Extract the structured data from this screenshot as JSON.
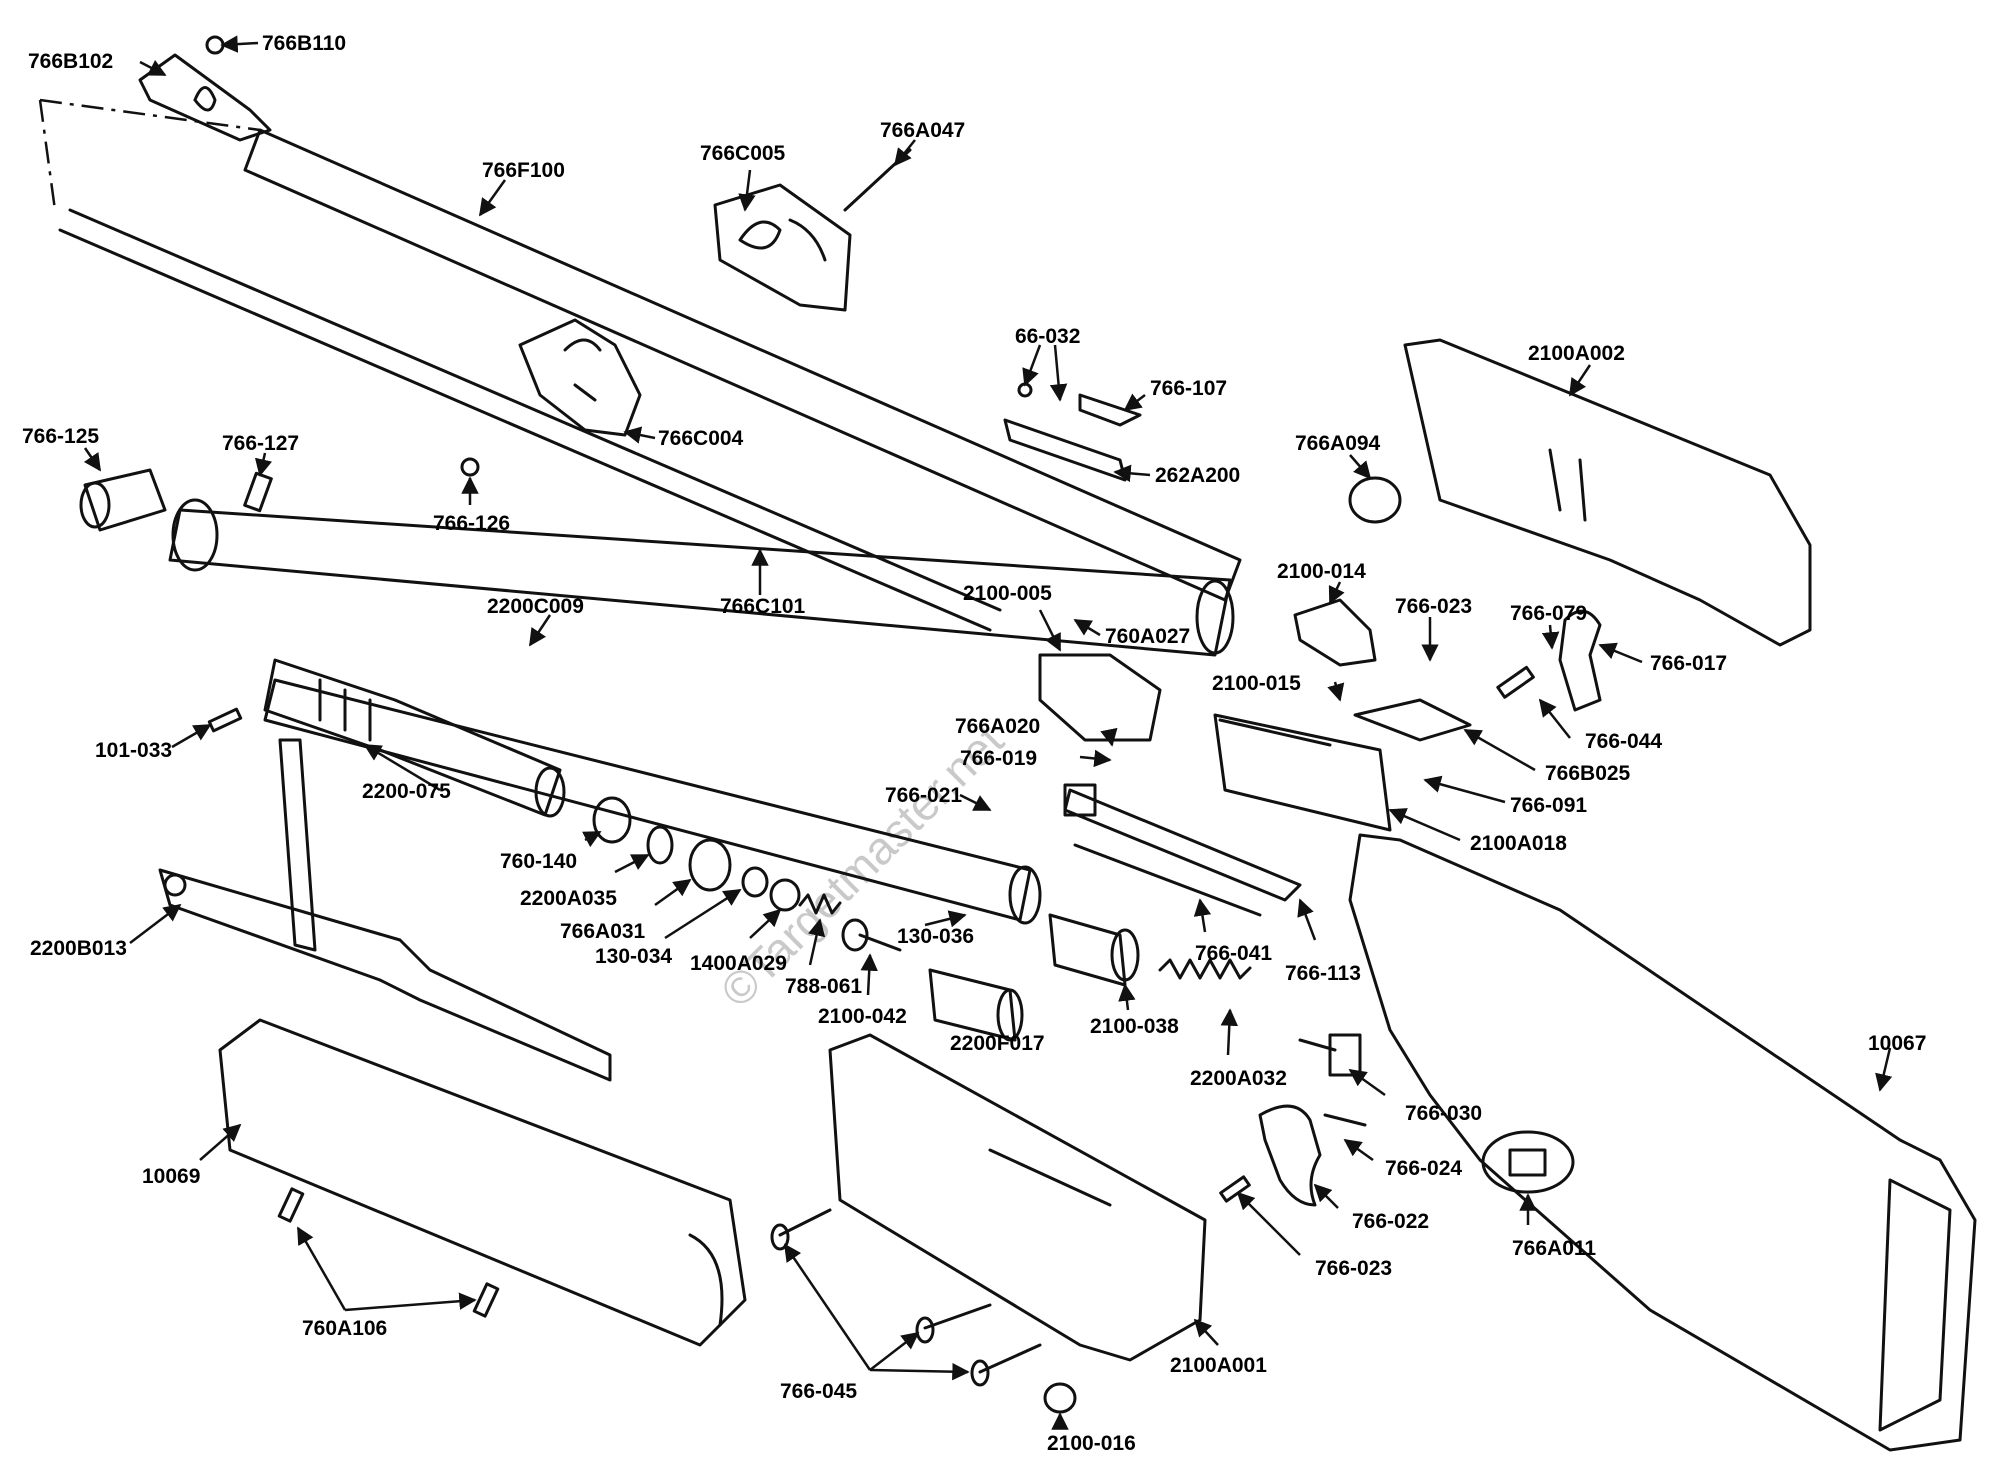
{
  "watermark": "©Targetmaster.net",
  "labels": {
    "766B110": "766B110",
    "766B102": "766B102",
    "766F100": "766F100",
    "766C005": "766C005",
    "766A047": "766A047",
    "66-032": "66-032",
    "766-107": "766-107",
    "262A200": "262A200",
    "2100A002": "2100A002",
    "766A094": "766A094",
    "766C004": "766C004",
    "766-125": "766-125",
    "766-127": "766-127",
    "766-126": "766-126",
    "766C101": "766C101",
    "2200C009": "2200C009",
    "2100-005": "2100-005",
    "760A027": "760A027",
    "2100-014": "2100-014",
    "766-023a": "766-023",
    "766-079": "766-079",
    "766-017": "766-017",
    "2100-015": "2100-015",
    "766-044": "766-044",
    "766B025": "766B025",
    "766-091": "766-091",
    "2100A018": "2100A018",
    "766A020": "766A020",
    "766-019": "766-019",
    "766-021": "766-021",
    "101-033": "101-033",
    "2200-075": "2200-075",
    "760-140": "760-140",
    "2200A035": "2200A035",
    "766A031": "766A031",
    "130-034": "130-034",
    "1400A029": "1400A029",
    "788-061": "788-061",
    "130-036": "130-036",
    "2100-042": "2100-042",
    "2200F017": "2200F017",
    "2100-038": "2100-038",
    "766-041": "766-041",
    "766-113": "766-113",
    "2200A032": "2200A032",
    "766-030": "766-030",
    "2200B013": "2200B013",
    "10067": "10067",
    "766-024": "766-024",
    "766-022": "766-022",
    "766-023b": "766-023",
    "766A011": "766A011",
    "10069": "10069",
    "760A106": "760A106",
    "766-045": "766-045",
    "2100A001": "2100A001",
    "2100-016": "2100-016"
  }
}
